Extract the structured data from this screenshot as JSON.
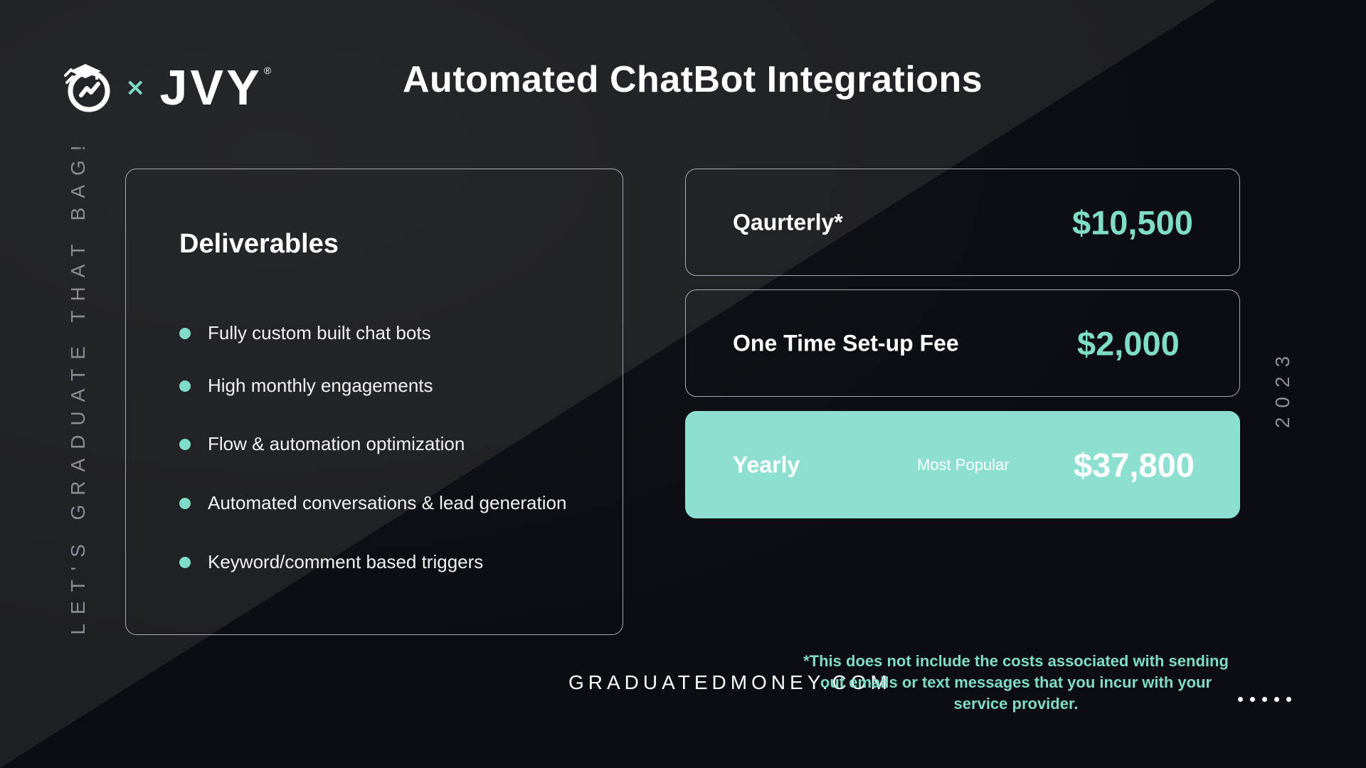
{
  "brand": {
    "partner_logo_icon": "graduation-cap-money-bag-logo-icon",
    "separator": "×",
    "name": "JVY",
    "registered": "®"
  },
  "title": "Automated ChatBot Integrations",
  "side_tagline": "LET'S GRADUATE THAT BAG!",
  "side_year": "2023",
  "deliverables": {
    "heading": "Deliverables",
    "items": [
      "Fully custom built chat bots",
      "High monthly engagements",
      "Flow & automation optimization",
      "Automated conversations & lead generation",
      "Keyword/comment based triggers"
    ]
  },
  "pricing": [
    {
      "label": "Qaurterly*",
      "amount": "$10,500"
    },
    {
      "label": "One Time Set-up Fee",
      "amount": "$2,000"
    },
    {
      "label": "Yearly",
      "badge": "Most Popular",
      "amount": "$37,800"
    }
  ],
  "footer": {
    "website": "GRADUATEDMONEY.COM",
    "footnote": "*This does not include the costs associated with sending out emails or text messages that you incur with your service provider."
  },
  "colors": {
    "accent": "#7fdcc6",
    "highlight_card": "#8de0cf",
    "background_dark": "#0b0d12",
    "background_diagonal": "#1f2024"
  }
}
